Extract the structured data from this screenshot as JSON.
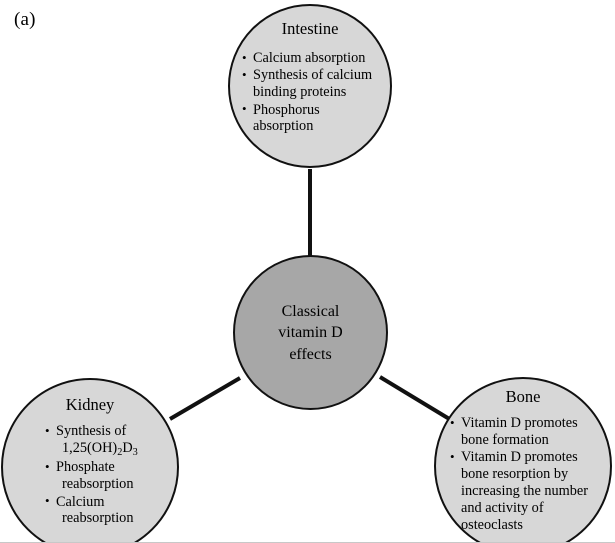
{
  "figure": {
    "panel_label": "(a)",
    "colors": {
      "satellite_fill": "#d7d7d7",
      "center_fill": "#a7a7a7",
      "stroke": "#111111",
      "background": "#ffffff",
      "text": "#000000"
    }
  },
  "diagram": {
    "type": "hub-and-spoke",
    "center": {
      "name": "classical-vitamin-d-effects",
      "lines": [
        "Classical",
        "vitamin D",
        "effects"
      ],
      "text": "Classical vitamin D effects"
    },
    "nodes": [
      {
        "id": "intestine",
        "title": "Intestine",
        "bullets": [
          {
            "line1": "Calcium absorption",
            "line2": ""
          },
          {
            "line1": "Synthesis of calcium",
            "line2": "binding proteins"
          },
          {
            "line1": "Phosphorus",
            "line2": "absorption"
          }
        ]
      },
      {
        "id": "kidney",
        "title": "Kidney",
        "bullets": [
          {
            "line1": "Synthesis of",
            "line2": "1,25(OH)",
            "sub1": "2",
            "mid": "D",
            "sub2": "3"
          },
          {
            "line1": "Phosphate",
            "line2": "reabsorption"
          },
          {
            "line1": "Calcium",
            "line2": "reabsorption"
          }
        ]
      },
      {
        "id": "bone",
        "title": "Bone",
        "bullets": [
          {
            "line1": "Vitamin D promotes",
            "line2": "bone formation",
            "line3": "",
            "line4": "",
            "line5": ""
          },
          {
            "line1": "Vitamin D promotes",
            "line2": "bone resorption by",
            "line3": "increasing the number",
            "line4": "and activity of",
            "line5": "osteoclasts"
          }
        ]
      }
    ],
    "connectors": [
      {
        "id": "center-to-intestine",
        "from": "classical-vitamin-d-effects",
        "to": "intestine"
      },
      {
        "id": "center-to-kidney",
        "from": "classical-vitamin-d-effects",
        "to": "kidney"
      },
      {
        "id": "center-to-bone",
        "from": "classical-vitamin-d-effects",
        "to": "bone"
      }
    ]
  }
}
